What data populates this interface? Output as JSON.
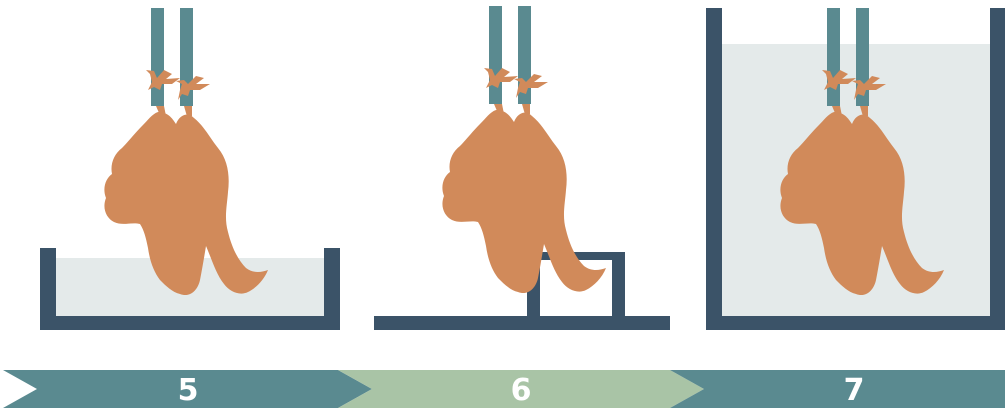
{
  "colors": {
    "frame": "#3b5368",
    "liquid": "#e4eaea",
    "bird": "#d18a5a",
    "shackle": "#5a8a90",
    "arrow_dark": "#5a8a90",
    "arrow_light": "#a9c4a6",
    "step_text": "#ffffff"
  },
  "panels": [
    {
      "label": "5",
      "container": "shallow-tank",
      "arrow_color": "#5a8a90"
    },
    {
      "label": "6",
      "container": "stand",
      "arrow_color": "#a9c4a6"
    },
    {
      "label": "7",
      "container": "deep-tank",
      "arrow_color": "#5a8a90"
    }
  ]
}
